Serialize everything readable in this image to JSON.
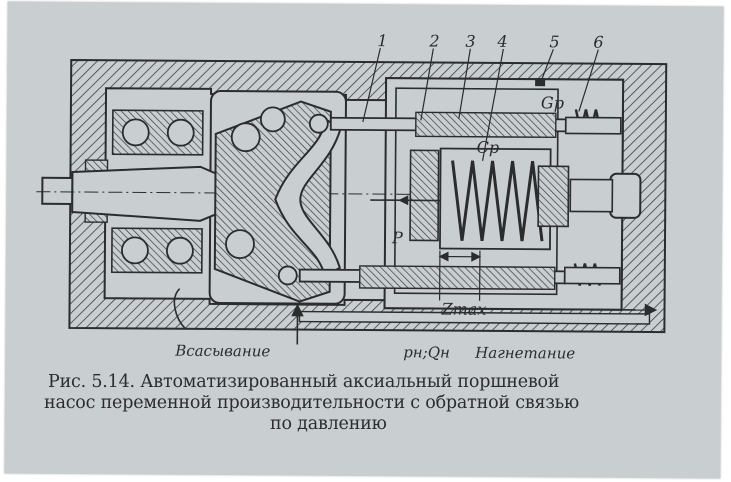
{
  "figure": {
    "part_labels": [
      "1",
      "2",
      "3",
      "4",
      "5",
      "6"
    ],
    "symbols": {
      "gp": "Gp",
      "cp": "Cp",
      "p": "P",
      "zmax": "Zmax"
    },
    "annotations": {
      "suction": "Всасывание",
      "discharge_params": "pн;Qн",
      "discharge": "Нагнетание"
    }
  },
  "caption": {
    "line1": "Рис. 5.14. Автоматизированный аксиальный поршневой",
    "line2": "насос переменной производительности с обратной связью",
    "line3": "по давлению"
  },
  "colors": {
    "paper": "#c9cfd0",
    "ink": "#2a2c2e"
  }
}
